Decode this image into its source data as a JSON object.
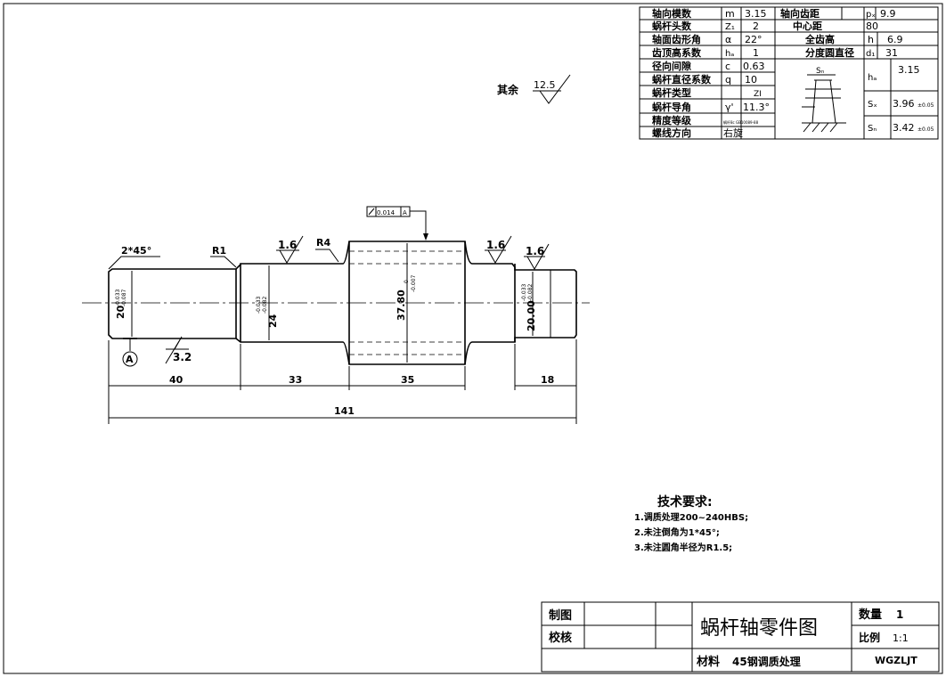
{
  "worm_params": {
    "rows": [
      {
        "label": "轴向模数",
        "sym": "m",
        "val": "3.15",
        "label2": "轴向齿距",
        "sym2": "pₓ",
        "val2": "9.9"
      },
      {
        "label": "蜗杆头数",
        "sym": "Z₁",
        "val": "2",
        "label2": "中心距",
        "sym2": "",
        "val2": "80"
      },
      {
        "label": "轴面齿形角",
        "sym": "α",
        "val": "22°",
        "label2": "全齿高",
        "sym2": "h",
        "val2": "6.9"
      },
      {
        "label": "齿顶高系数",
        "sym": "hₐ",
        "val": "1",
        "label2": "分度圆直径",
        "sym2": "d₁",
        "val2": "31"
      },
      {
        "label": "径向间隙",
        "sym": "c",
        "val": "0.63"
      },
      {
        "label": "蜗杆直径系数",
        "sym": "q",
        "val": "10"
      },
      {
        "label": "蜗杆类型",
        "sym": "",
        "val": "ZI"
      },
      {
        "label": "蜗杆导角",
        "sym": "γ'",
        "val": "11.3°"
      },
      {
        "label": "精度等级",
        "sym": "",
        "val": "蜗杆8c GB10089-88"
      },
      {
        "label": "螺线方向",
        "sym": "",
        "val": "右旋"
      }
    ],
    "ha_sym": "hₐ",
    "ha_val": "3.15",
    "sx_sym": "Sₓ",
    "sx_val": "3.96",
    "sn_sym": "Sₙ",
    "sn_val": "3.42",
    "tol_note": "±0.05",
    "sketch_label": "Sₙ"
  },
  "roughness": {
    "rest_label": "其余",
    "rest_value": "12.5",
    "general": "1.6",
    "left": "3.2"
  },
  "drawing": {
    "chamfer": "2*45°",
    "r1": "R1",
    "r4": "R4",
    "tolerance_frame": "0.014",
    "datum": "A",
    "d1": "20",
    "d1_tol_up": "-0.033",
    "d1_tol_low": "-0.087",
    "d2": "24",
    "d2_tol_up": "-0.033",
    "d2_tol_low": "-0.082",
    "d3": "37.80",
    "d3_tol_up": "0",
    "d3_tol_low": "-0.007",
    "d4": "20.00",
    "d4_tol_up": "-0.033",
    "d4_tol_low": "-0.082",
    "len1": "40",
    "len2": "33",
    "len3": "35",
    "len4": "18",
    "total": "141"
  },
  "tech_req": {
    "title": "技术要求:",
    "items": [
      "1.调质处理200~240HBS;",
      "2.未注倒角为1*45°;",
      "3.未注圆角半径为R1.5;"
    ]
  },
  "title_block": {
    "drawn": "制图",
    "checked": "校核",
    "name": "蜗杆轴零件图",
    "qty_label": "数量",
    "qty": "1",
    "scale_label": "比例",
    "scale": "1:1",
    "material_label": "材料",
    "material": "45钢调质处理",
    "code": "WGZLJT"
  }
}
